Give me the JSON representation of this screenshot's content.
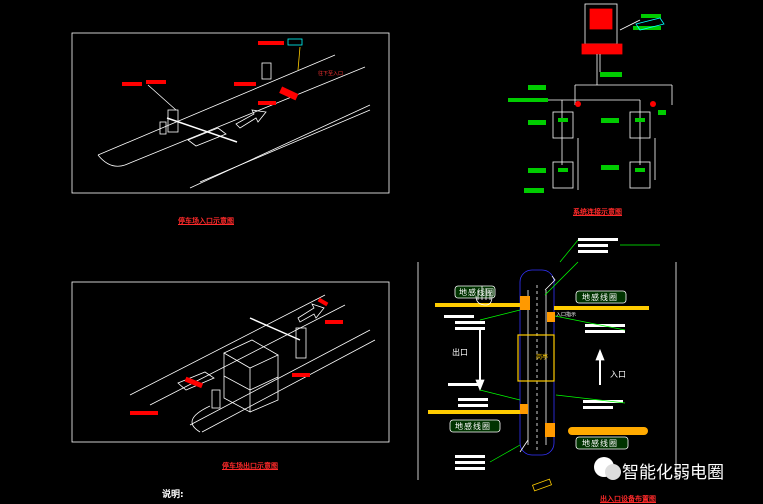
{
  "panels": {
    "entrance_caption": "停车场入口示意图",
    "exit_caption": "停车场出口示意图",
    "network_caption": "系统连接示意图",
    "layout_caption": "出入口设备布置图",
    "note_label": "说明:",
    "exit_dir_label": "出口",
    "entry_dir_label": "入口",
    "loop_coil_label": "地感线圈",
    "booth_label": "岗亭",
    "sign_label": "入口指示",
    "small_arrow_label": "往下至入口"
  },
  "watermark": {
    "text": "智能化弱电圈"
  },
  "colors": {
    "accent_red": "#ff0000",
    "accent_green": "#00ff00",
    "accent_yellow": "#ffcc00",
    "accent_orange": "#ff9900",
    "line": "#ffffff"
  }
}
